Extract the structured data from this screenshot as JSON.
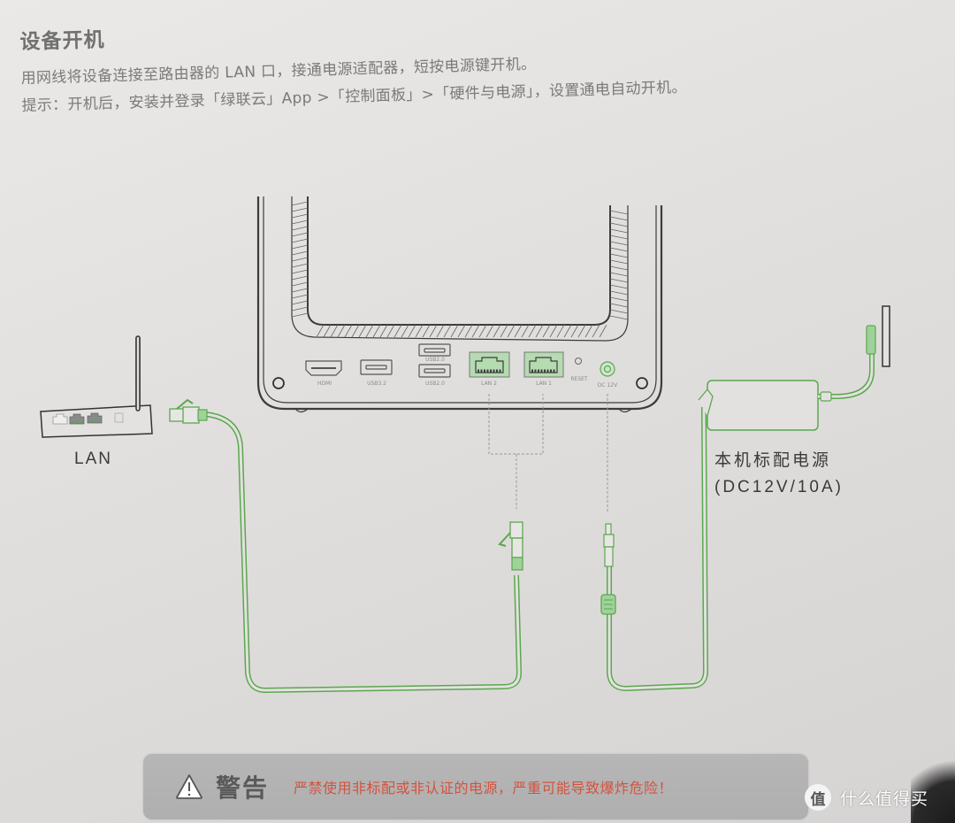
{
  "header": {
    "title": "设备开机",
    "instruction": "用网线将设备连接至路由器的 LAN 口，接通电源适配器，短按电源键开机。",
    "tip": "提示：开机后，安装并登录「绿联云」App >「控制面板」>「硬件与电源」，设置通电自动开机。"
  },
  "router": {
    "label": "LAN",
    "icon": "router-icon"
  },
  "device": {
    "ports": [
      {
        "id": "hdmi",
        "label": "HDMI"
      },
      {
        "id": "usb32",
        "label": "USB3.2"
      },
      {
        "id": "usb20-top",
        "label": "USB2.0"
      },
      {
        "id": "usb20-bottom",
        "label": "USB2.0"
      },
      {
        "id": "lan2",
        "label": "LAN 2",
        "highlighted": true
      },
      {
        "id": "lan1",
        "label": "LAN 1",
        "highlighted": true
      },
      {
        "id": "reset",
        "label": "RESET"
      },
      {
        "id": "dc",
        "label": "DC 12V"
      }
    ]
  },
  "power_adapter": {
    "label_line1": "本机标配电源",
    "label_line2": "(DC12V/10A)"
  },
  "warning": {
    "icon": "warning-triangle-icon",
    "title": "警告",
    "text": "严禁使用非标配或非认证的电源，严重可能导致爆炸危险！"
  },
  "watermark": {
    "badge": "值",
    "text": "什么值得买"
  },
  "colors": {
    "cable_green": "#5aa84e",
    "port_highlight": "#b5dbb0",
    "warning_text": "#d2533f",
    "warning_bg": "#b4b3b3",
    "line_dark": "#3c3c3c"
  }
}
